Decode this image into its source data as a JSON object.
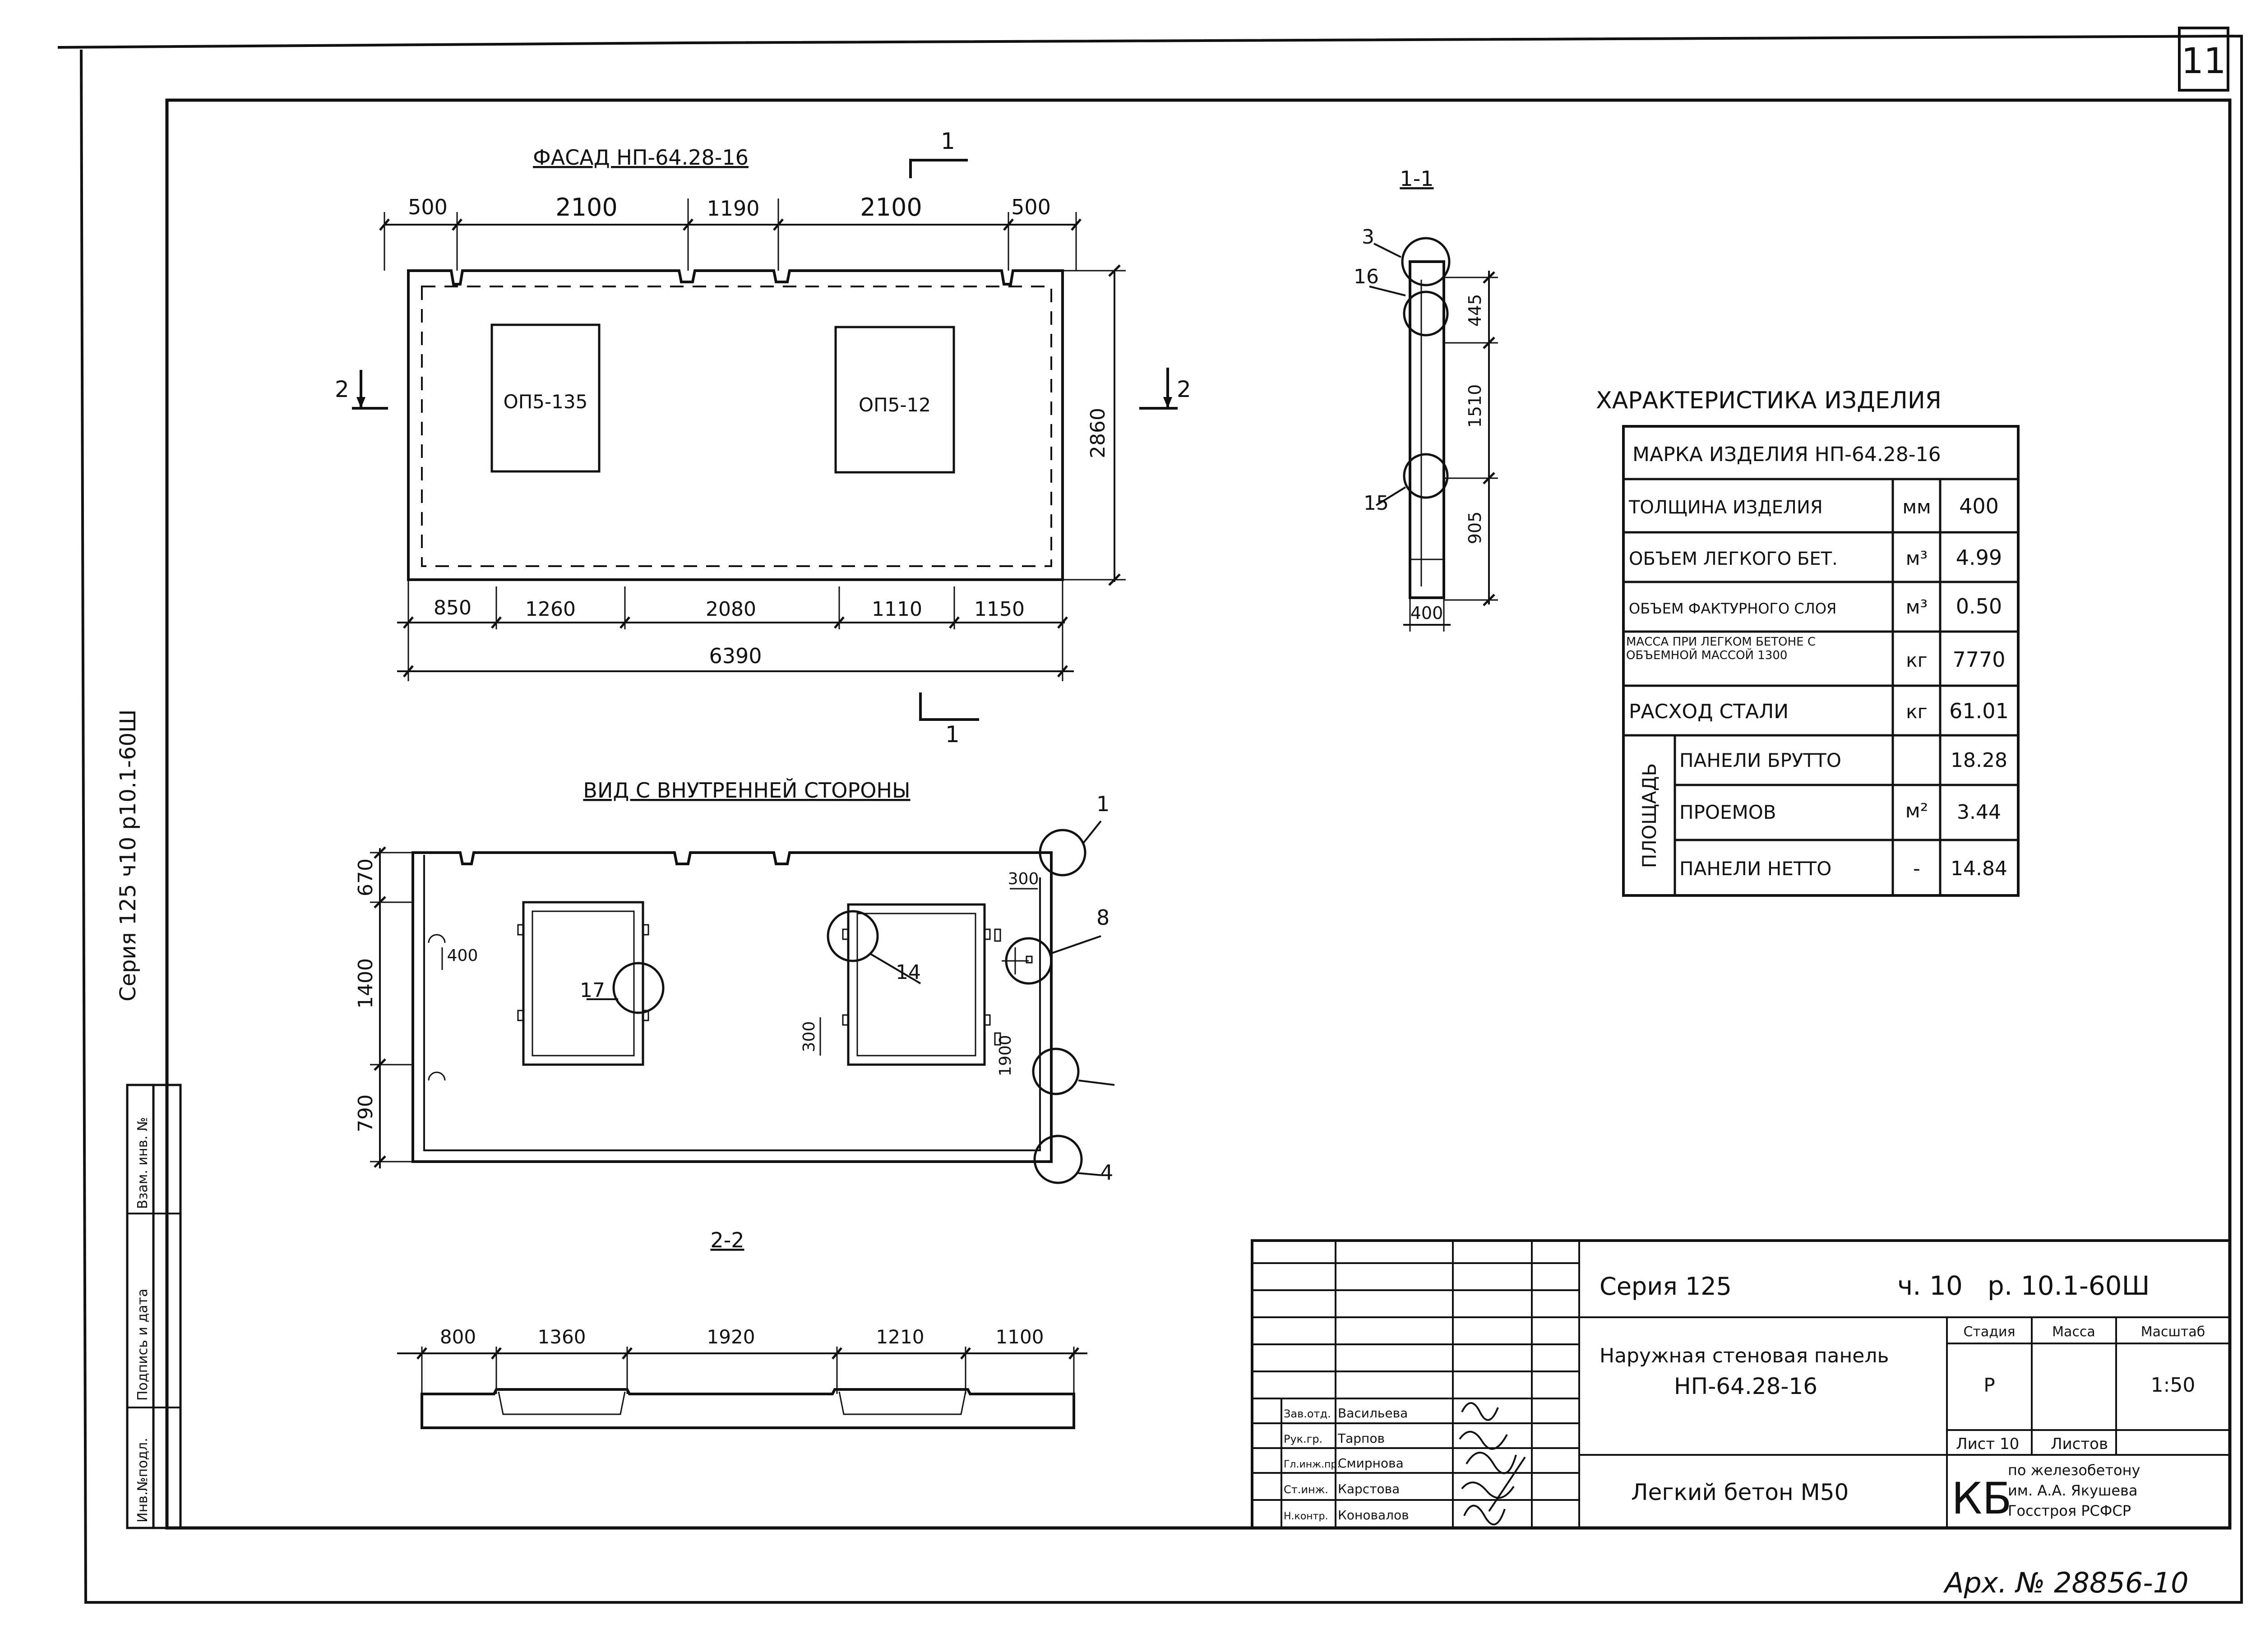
{
  "sheet_number": "11",
  "side_stamp": "Серия 125 ч10 р10.1-60Ш",
  "side_table": [
    "Инв.№подл.",
    "Подпись и дата",
    "Взам. инв. №"
  ],
  "facade": {
    "title": "ФАСАД НП-64.28-16",
    "top_dims": [
      "500",
      "2100",
      "1190",
      "2100",
      "500"
    ],
    "height_dim": "2860",
    "bottom_dims": [
      "850",
      "1260",
      "2080",
      "1110",
      "1150"
    ],
    "total_dim": "6390",
    "openings": [
      "ОП5-135",
      "ОП5-12"
    ],
    "section_mark_1": "1",
    "section_mark_2": "2"
  },
  "interior": {
    "title": "ВИД С ВНУТРЕННЕЙ СТОРОНЫ",
    "left_dims": [
      "670",
      "1400",
      "790"
    ],
    "dim_400": "400",
    "dim_300_top": "300",
    "dim_300_side": "300",
    "dim_1900": "1900",
    "callouts": [
      "1",
      "8",
      "4",
      "17",
      "14"
    ]
  },
  "section_1_1": {
    "title": "1-1",
    "dims": [
      "445",
      "1510",
      "905"
    ],
    "width": "400",
    "callouts": [
      "3",
      "16",
      "15"
    ]
  },
  "section_2_2": {
    "title": "2-2",
    "dims": [
      "800",
      "1360",
      "1920",
      "1210",
      "1100"
    ]
  },
  "characteristics": {
    "title": "ХАРАКТЕРИСТИКА ИЗДЕЛИЯ",
    "mark_label": "МАРКА ИЗДЕЛИЯ НП-64.28-16",
    "rows": [
      {
        "label": "ТОЛЩИНА ИЗДЕЛИЯ",
        "unit": "мм",
        "value": "400"
      },
      {
        "label": "ОБЪЕМ ЛЕГКОГО БЕТ.",
        "unit": "м³",
        "value": "4.99"
      },
      {
        "label": "ОБЪЕМ ФАКТУРНОГО СЛОЯ",
        "unit": "м³",
        "value": "0.50"
      },
      {
        "label": "МАССА ПРИ ЛЕГКОМ БЕТОНЕ С ОБЪЕМНОЙ МАССОЙ 1300",
        "unit": "кг",
        "value": "7770"
      },
      {
        "label": "РАСХОД СТАЛИ",
        "unit": "кг",
        "value": "61.01"
      }
    ],
    "area_group_label": "ПЛОЩАДЬ",
    "area_unit": "м²",
    "area_rows": [
      {
        "label": "ПАНЕЛИ БРУТТО",
        "value": "18.28"
      },
      {
        "label": "ПРОЕМОВ",
        "value": "3.44"
      },
      {
        "label": "ПАНЕЛИ НЕТТО",
        "unit": "-",
        "value": "14.84"
      }
    ]
  },
  "title_block": {
    "series": "Серия 125",
    "part": "ч. 10",
    "sheet_code": "р. 10.1-60Ш",
    "product_name": "Наружная стеновая панель",
    "product_mark": "НП-64.28-16",
    "material": "Легкий бетон М50",
    "col_stage": "Стадия",
    "col_mass": "Масса",
    "col_scale": "Масштаб",
    "stage": "Р",
    "scale": "1:50",
    "sheet_label": "Лист 10",
    "sheets_label": "Листов",
    "org_abbr": "КБ",
    "org_name": [
      "по железобетону",
      "им. А.А. Якушева",
      "Госстроя РСФСР"
    ],
    "signatures": [
      {
        "role": "Зав.отд.",
        "name": "Васильева"
      },
      {
        "role": "Рук.гр.",
        "name": "Тарпов"
      },
      {
        "role": "Гл.инж.пр.",
        "name": "Смирнова"
      },
      {
        "role": "Ст.инж.",
        "name": "Карстова"
      },
      {
        "role": "Н.контр.",
        "name": "Коновалов"
      }
    ]
  },
  "archive_no": "Арх. № 28856-10"
}
